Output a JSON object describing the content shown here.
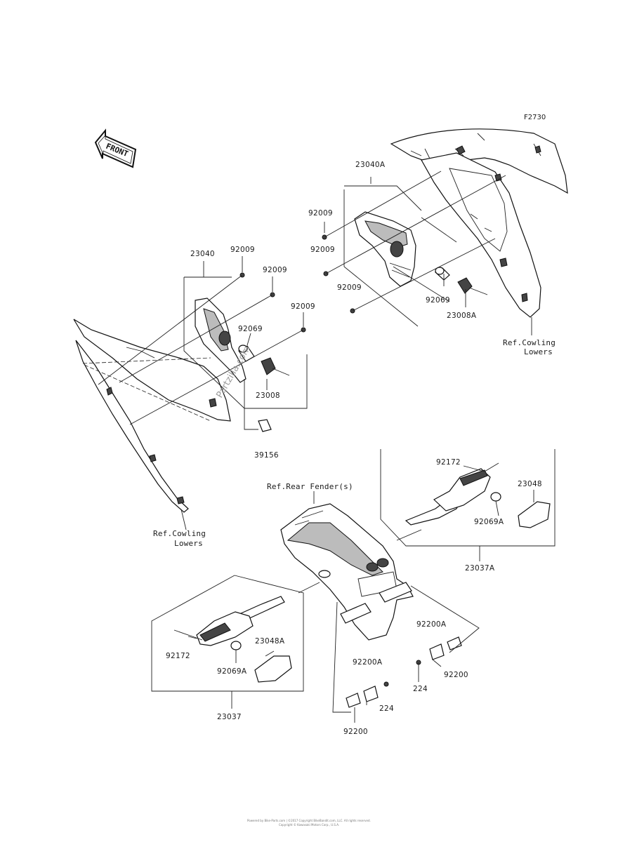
{
  "diagram_code": "F2730",
  "front_arrow_label": "FRONT",
  "watermark": "Partzilla.com",
  "footer": [
    "Powered by Bike-Parts.com | ©2017 Copyright BikeBandit.com, LLC. All rights reserved.",
    "Copyright © Kawasaki Motors Corp., U.S.A."
  ],
  "refs": {
    "cowling_lowers_right": [
      "Ref.Cowling",
      "Lowers"
    ],
    "cowling_lowers_left": [
      "Ref.Cowling",
      "Lowers"
    ],
    "rear_fender": "Ref.Rear Fender(s)"
  },
  "part_labels": {
    "p23040A": "23040A",
    "p92009_ur1": "92009",
    "p92009_ur2": "92009",
    "p92009_ur3": "92009",
    "p92069_ur": "92069",
    "p23008A": "23008A",
    "p23040": "23040",
    "p92009_ul1": "92009",
    "p92009_ul2": "92009",
    "p92009_ul3": "92009",
    "p92069_ul": "92069",
    "p23008": "23008",
    "p39156": "39156",
    "p92172_r": "92172",
    "p23048": "23048",
    "p92069A_r": "92069A",
    "p23037A": "23037A",
    "p92172_l": "92172",
    "p23048A": "23048A",
    "p92069A_l": "92069A",
    "p23037": "23037",
    "p92200A_r": "92200A",
    "p224_r": "224",
    "p92200_r": "92200",
    "p92200A_l": "92200A",
    "p224_l": "224",
    "p92200_l": "92200"
  }
}
